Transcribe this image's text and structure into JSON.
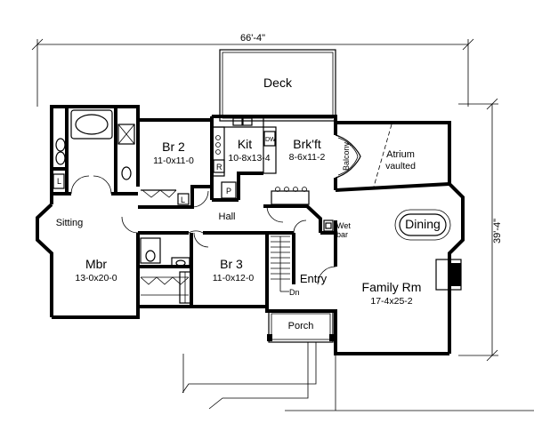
{
  "dimensions": {
    "overall_width": "66'-4\"",
    "overall_depth": "39'-4\""
  },
  "rooms": {
    "deck": {
      "name": "Deck"
    },
    "br2": {
      "name": "Br 2",
      "size": "11-0x11-0"
    },
    "kit": {
      "name": "Kit",
      "size": "10-8x13-4"
    },
    "brkft": {
      "name": "Brk'ft",
      "size": "8-6x11-2"
    },
    "atrium": {
      "name": "Atrium",
      "note": "vaulted"
    },
    "balcony": {
      "name": "Balcony"
    },
    "sitting": {
      "name": "Sitting"
    },
    "mbr": {
      "name": "Mbr",
      "size": "13-0x20-0"
    },
    "hall": {
      "name": "Hall"
    },
    "br3": {
      "name": "Br 3",
      "size": "11-0x12-0"
    },
    "entry": {
      "name": "Entry"
    },
    "dining": {
      "name": "Dining"
    },
    "family": {
      "name": "Family Rm",
      "size": "17-4x25-2"
    },
    "porch": {
      "name": "Porch"
    }
  },
  "fixtures": {
    "dw": "DW",
    "refrigerator": "R",
    "pantry": "P",
    "linen": "L",
    "wet_bar_line1": "Wet",
    "wet_bar_line2": "bar",
    "stair_down": "Dn"
  }
}
